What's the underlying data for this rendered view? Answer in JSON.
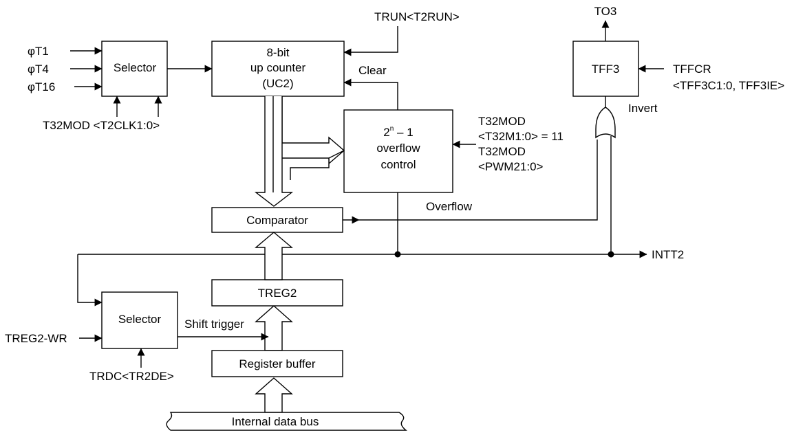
{
  "inputs": {
    "phi_t1": "φT1",
    "phi_t4": "φT4",
    "phi_t16": "φT16",
    "t32mod_clk": "T32MOD <T2CLK1:0>",
    "trun": "TRUN<T2RUN>",
    "tffcr_line1": "TFFCR",
    "tffcr_line2": "<TFF3C1:0, TFF3IE>",
    "t32mod_m_line1": "T32MOD",
    "t32mod_m_line2": "<T32M1:0> = 11",
    "t32mod_pwm_line1": "T32MOD",
    "t32mod_pwm_line2": "<PWM21:0>",
    "treg2_wr": "TREG2-WR",
    "trdc": "TRDC<TR2DE>"
  },
  "outputs": {
    "to3": "TO3",
    "intt2": "INTT2"
  },
  "blocks": {
    "selector_top": "Selector",
    "counter_line1": "8-bit",
    "counter_line2": "up counter",
    "counter_line3": "(UC2)",
    "tff3": "TFF3",
    "overflow_base": "2",
    "overflow_exp": "n",
    "overflow_tail": " – 1",
    "overflow_line2": "overflow",
    "overflow_line3": "control",
    "comparator": "Comparator",
    "treg2": "TREG2",
    "selector_bottom": "Selector",
    "register_buffer": "Register buffer",
    "data_bus": "Internal data bus"
  },
  "signals": {
    "clear": "Clear",
    "invert": "Invert",
    "overflow": "Overflow",
    "shift_trigger": "Shift trigger"
  }
}
